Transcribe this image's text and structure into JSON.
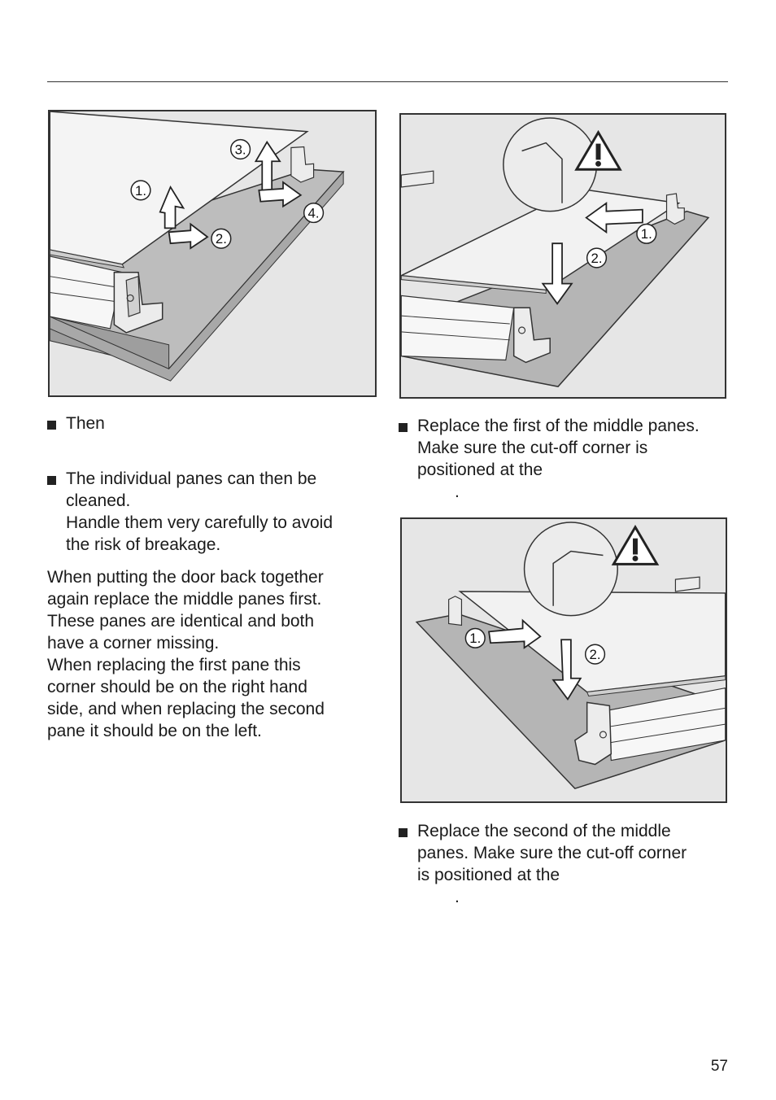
{
  "page": {
    "number": "57"
  },
  "figures": {
    "fig1": {
      "step_labels": [
        "1.",
        "2.",
        "3.",
        "4."
      ]
    },
    "fig2": {
      "step_labels": [
        "1.",
        "2."
      ]
    },
    "fig3": {
      "step_labels": [
        "1.",
        "2."
      ]
    }
  },
  "left_column": {
    "bullet1": {
      "lines": [
        "Then"
      ]
    },
    "bullet2": {
      "lines": [
        "The individual panes can then be",
        "cleaned.",
        "Handle them very carefully to avoid",
        "the risk of breakage."
      ]
    },
    "paragraph": {
      "lines": [
        "When putting the door back together",
        "again replace the middle panes first.",
        "These panes are identical and both",
        "have a corner missing.",
        "When replacing the first pane this",
        "corner should be on the right hand",
        "side, and when replacing the second",
        "pane it should be on the left."
      ]
    }
  },
  "right_column": {
    "bullet1": {
      "lines": [
        "Replace the first of the middle panes.",
        "Make sure the cut-off corner is",
        "positioned at the"
      ],
      "trailing": "."
    },
    "bullet2": {
      "lines": [
        "Replace the second of the middle",
        "panes. Make sure the cut-off corner",
        "is positioned at the"
      ],
      "trailing": "."
    }
  },
  "icons": [
    "warning-triangle-icon",
    "arrow-icon"
  ]
}
